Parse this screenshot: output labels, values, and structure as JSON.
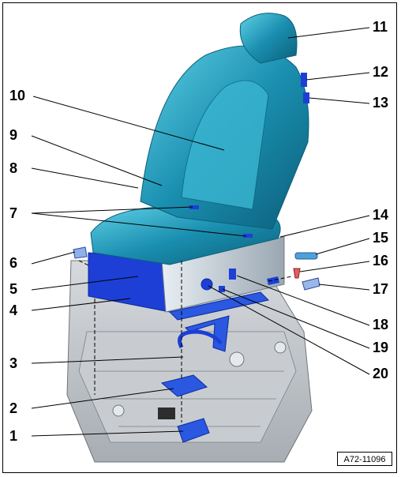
{
  "left_labels": [
    "10",
    "9",
    "8",
    "7",
    "6",
    "5",
    "4",
    "3",
    "2",
    "1"
  ],
  "right_labels": [
    "11",
    "12",
    "13",
    "14",
    "15",
    "16",
    "17",
    "18",
    "19",
    "20"
  ],
  "reference": "A72-11096",
  "colors": {
    "seat_blue": "#1a8fb0",
    "seat_dark": "#0c5f7a",
    "part_blue": "#1d3fd6",
    "floor_gray": "#b9bec3",
    "leader": "#000000"
  }
}
